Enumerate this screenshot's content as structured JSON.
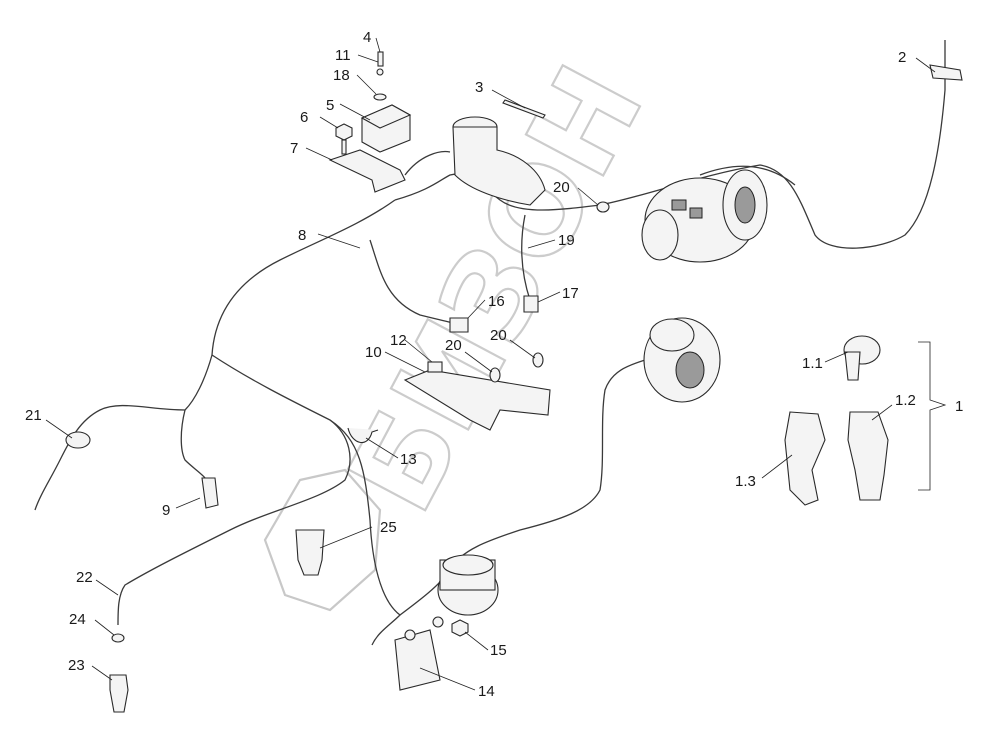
{
  "watermark": {
    "text": "БИЗОН"
  },
  "callouts": [
    "1",
    "1.1",
    "1.2",
    "1.3",
    "2",
    "3",
    "4",
    "5",
    "6",
    "7",
    "8",
    "9",
    "10",
    "11",
    "12",
    "13",
    "14",
    "15",
    "16",
    "17",
    "18",
    "19",
    "20",
    "20",
    "20",
    "21",
    "22",
    "23",
    "24",
    "25"
  ]
}
